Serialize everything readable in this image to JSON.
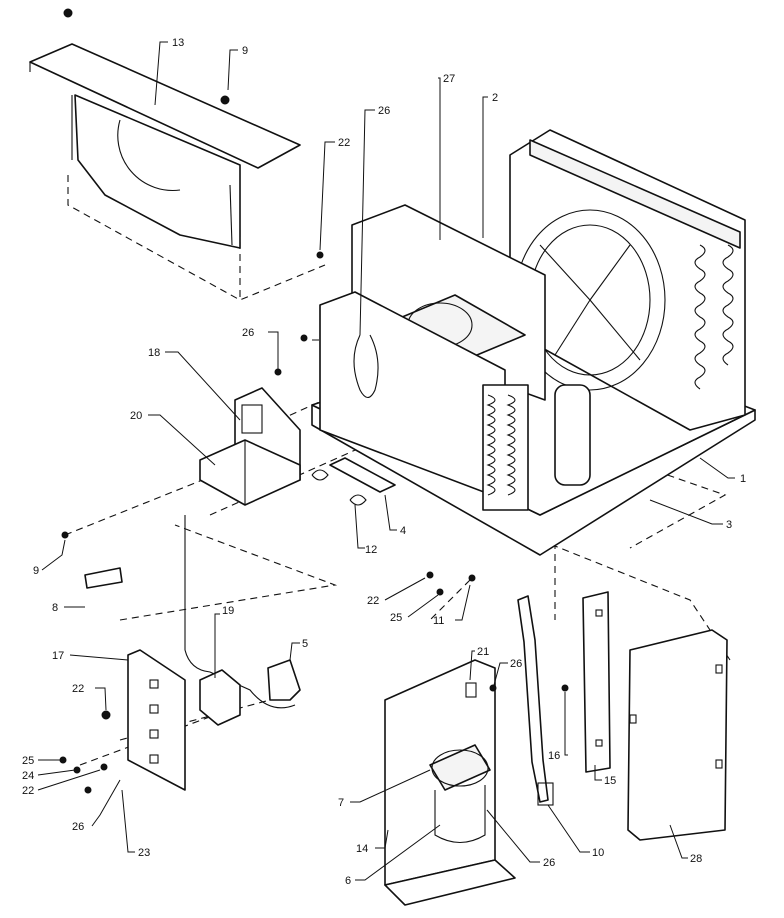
{
  "diagram": {
    "labels": {
      "p13": "13",
      "p9a": "9",
      "p27": "27",
      "p2": "2",
      "p26a": "26",
      "p22a": "22",
      "p26b": "26",
      "p18": "18",
      "p20": "20",
      "p1": "1",
      "p3": "3",
      "p4": "4",
      "p12": "12",
      "p9b": "9",
      "p8": "8",
      "p19": "19",
      "p5": "5",
      "p17": "17",
      "p22b": "22",
      "p25a": "25",
      "p24": "24",
      "p22c": "22",
      "p26c": "26",
      "p23": "23",
      "p22d": "22",
      "p25b": "25",
      "p11": "11",
      "p21": "21",
      "p26d": "26",
      "p16": "16",
      "p15": "15",
      "p7": "7",
      "p26e": "26",
      "p10": "10",
      "p14": "14",
      "p6": "6",
      "p28": "28"
    }
  }
}
